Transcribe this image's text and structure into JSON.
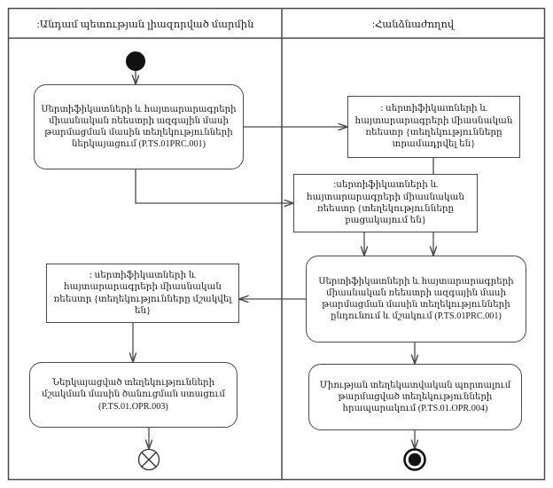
{
  "diagram": {
    "type": "uml-activity-diagram",
    "lanes": [
      {
        "id": "lane-left",
        "title": ":Անդամ պետության լիազորված մարմին"
      },
      {
        "id": "lane-right",
        "title": ":Հանձնաժողով"
      }
    ],
    "nodes": [
      {
        "id": "start",
        "kind": "initial-node",
        "label": ""
      },
      {
        "id": "activity-submit",
        "kind": "activity",
        "label": "Սերտիֆիկատների և հայտարարագրերի\nմիասնական ռեեստրի ազգային մասի\nթարմացման մասին տեղեկությունների\nներկայացում (P.TS.01PRC.001)"
      },
      {
        "id": "object-registry-provided",
        "kind": "object",
        "label": ": սերտիֆիկատների և\nհայտարարագրերի միասնական\nռեեստր {տեղեկությունները\nտրամադրվել են}"
      },
      {
        "id": "object-registry-absent",
        "kind": "object",
        "label": ":սերտիֆիկատների և\nհայտարարագրերի միասնական\nռեեստր {տեղեկությունները\nբացակայում են}"
      },
      {
        "id": "activity-receive-process",
        "kind": "activity",
        "label": "Սերտիֆիկատների և հայտարարագրերի\nմիասնական ռեեստրի ազգային մասի\nթարմացման մասին տեղեկությունների\nընդունում և մշակում (P.TS.01PRC.001)"
      },
      {
        "id": "object-registry-processed",
        "kind": "object",
        "label": ": սերտիֆիկատների և\nհայտարարագրերի միասնական\nռեեստր {տեղեկությունները մշակվել են}"
      },
      {
        "id": "activity-receive-notice",
        "kind": "activity",
        "label": "Ներկայացված տեղեկությունների\nմշակման մասին ծանուցման ստացում\n(P.TS.01.OPR.003)"
      },
      {
        "id": "activity-publish",
        "kind": "activity",
        "label": "Միության տեղեկատվական պորտալում\nթարմացված տեղեկությունների\nհրապարակում (P.TS.01.OPR.004)"
      },
      {
        "id": "flow-final",
        "kind": "flow-final-node",
        "label": ""
      },
      {
        "id": "activity-final",
        "kind": "activity-final-node",
        "label": ""
      }
    ],
    "colors": {
      "stroke": "#4a4a4a",
      "fill": "#ffffff",
      "text": "#1a1a1a",
      "node_fill": "#000000"
    }
  }
}
